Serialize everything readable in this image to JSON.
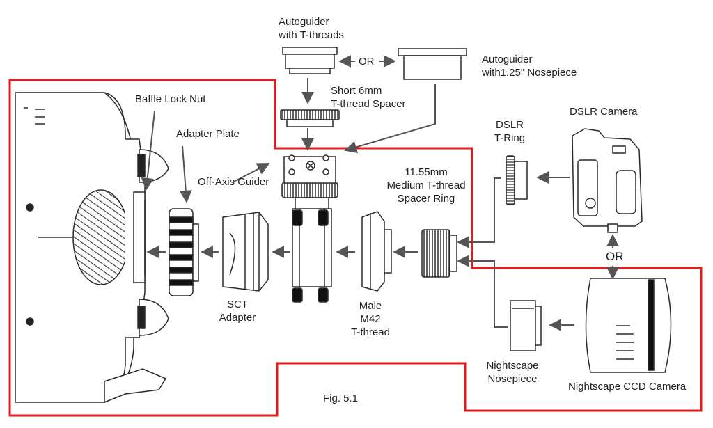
{
  "figure": {
    "caption": "Fig. 5.1",
    "labels": {
      "autoguider_t": "Autoguider\nwith T-threads",
      "or_top": "OR",
      "autoguider_nose": "Autoguider\nwith1.25\" Nosepiece",
      "spacer_6mm": "Short 6mm\nT-thread Spacer",
      "baffle_nut": "Baffle Lock Nut",
      "adapter_plate": "Adapter Plate",
      "oag": "Off-Axis Guider",
      "spacer_1155": "11.55mm\nMedium T-thread\nSpacer Ring",
      "dslr_tring": "DSLR\nT-Ring",
      "dslr_camera": "DSLR Camera",
      "or_right": "OR",
      "sct_adapter": "SCT\nAdapter",
      "male_m42": "Male\nM42\nT-thread",
      "nightscape_nose": "Nightscape\nNosepiece",
      "nightscape_ccd": "Nightscape CCD Camera"
    },
    "colors": {
      "outline_red": "#e41b1b",
      "line": "#2a2a2a",
      "arrow": "#555555"
    }
  }
}
